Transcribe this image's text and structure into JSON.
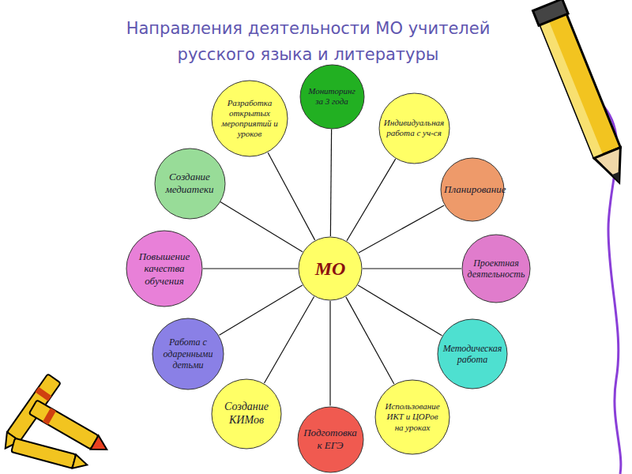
{
  "diagram": {
    "title": "Направления деятельности МО учителей русского языка и литературы",
    "nodes": [
      {
        "text": [
          "МО"
        ]
      },
      {
        "text": [
          "Мониторинг за 3 года"
        ]
      },
      {
        "text": [
          "Индивидуальная работа с уч-ся"
        ]
      },
      {
        "text": [
          "Планирование"
        ]
      },
      {
        "text": [
          "Проектная деятельность"
        ]
      },
      {
        "text": [
          "Методическая работа"
        ]
      },
      {
        "text": [
          "Использование ИКТ и ЦОРов на уроках"
        ]
      },
      {
        "text": [
          "Подготовка к ЕГЭ"
        ]
      },
      {
        "text": [
          "Создание КИМов"
        ]
      },
      {
        "text": [
          "Работа с одаренными детьми"
        ]
      },
      {
        "text": [
          "Повышение качества обучения"
        ]
      },
      {
        "text": [
          "Создание медиатеки"
        ]
      },
      {
        "text": [
          "Разработка открытых мероприятий и уроков"
        ]
      }
    ],
    "edges": [
      {
        "from": 0,
        "to": 1,
        "arrow": "none"
      },
      {
        "from": 0,
        "to": 2,
        "arrow": "none"
      },
      {
        "from": 0,
        "to": 3,
        "arrow": "none"
      },
      {
        "from": 0,
        "to": 4,
        "arrow": "none"
      },
      {
        "from": 0,
        "to": 5,
        "arrow": "none"
      },
      {
        "from": 0,
        "to": 6,
        "arrow": "none"
      },
      {
        "from": 0,
        "to": 7,
        "arrow": "none"
      },
      {
        "from": 0,
        "to": 8,
        "arrow": "none"
      },
      {
        "from": 0,
        "to": 9,
        "arrow": "none"
      },
      {
        "from": 0,
        "to": 10,
        "arrow": "none"
      },
      {
        "from": 0,
        "to": 11,
        "arrow": "none"
      },
      {
        "from": 0,
        "to": 12,
        "arrow": "none"
      }
    ]
  }
}
